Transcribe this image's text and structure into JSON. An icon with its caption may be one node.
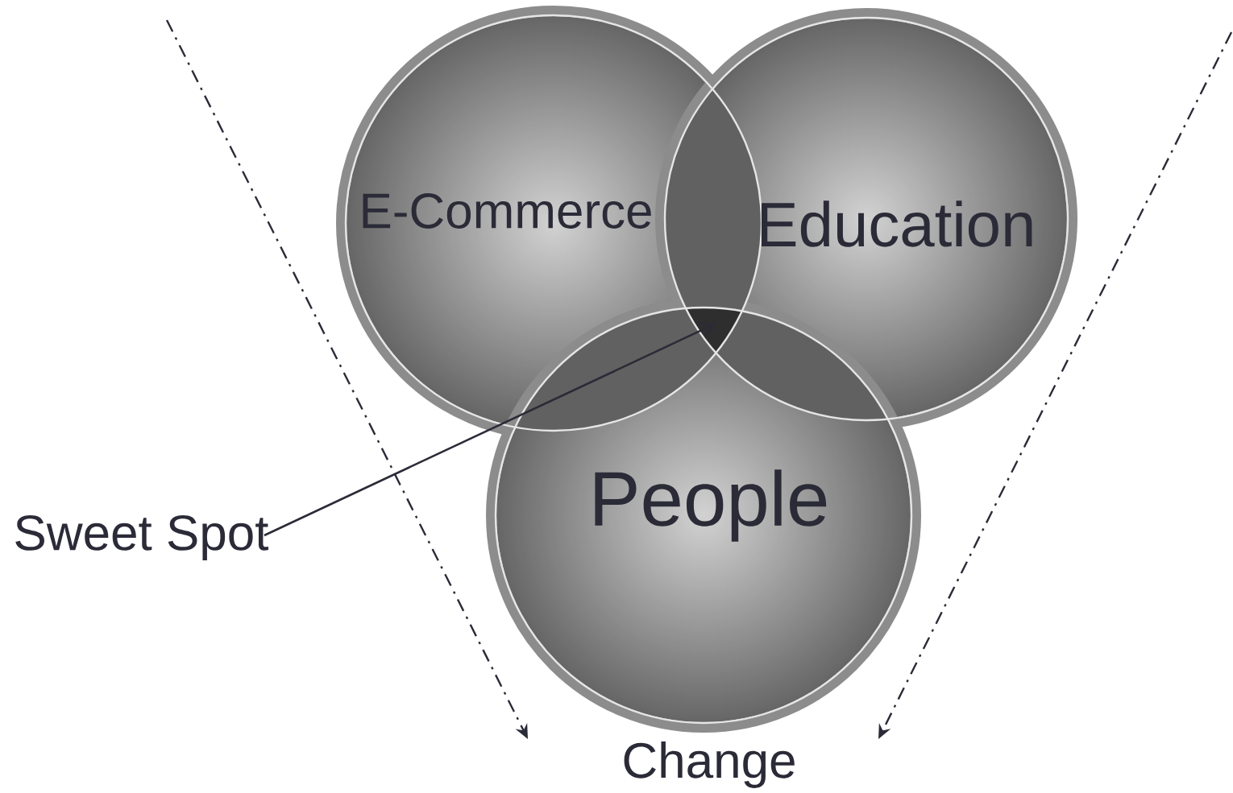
{
  "diagram": {
    "nodes": [
      {
        "text": [
          "E-Commerce"
        ]
      },
      {
        "text": [
          "Education"
        ]
      },
      {
        "text": [
          "People"
        ]
      },
      {
        "text": [
          "Sweet Spot"
        ]
      },
      {
        "text": [
          "Change"
        ]
      },
      {
        "text": [],
        "shape": "triangle"
      }
    ],
    "edges": [
      {
        "from": 3,
        "to": 5,
        "arrow": "to"
      },
      {
        "from": null,
        "to": 4,
        "arrow": "to",
        "style": "dashed"
      },
      {
        "from": null,
        "to": 4,
        "arrow": "to",
        "style": "dashed"
      }
    ]
  }
}
